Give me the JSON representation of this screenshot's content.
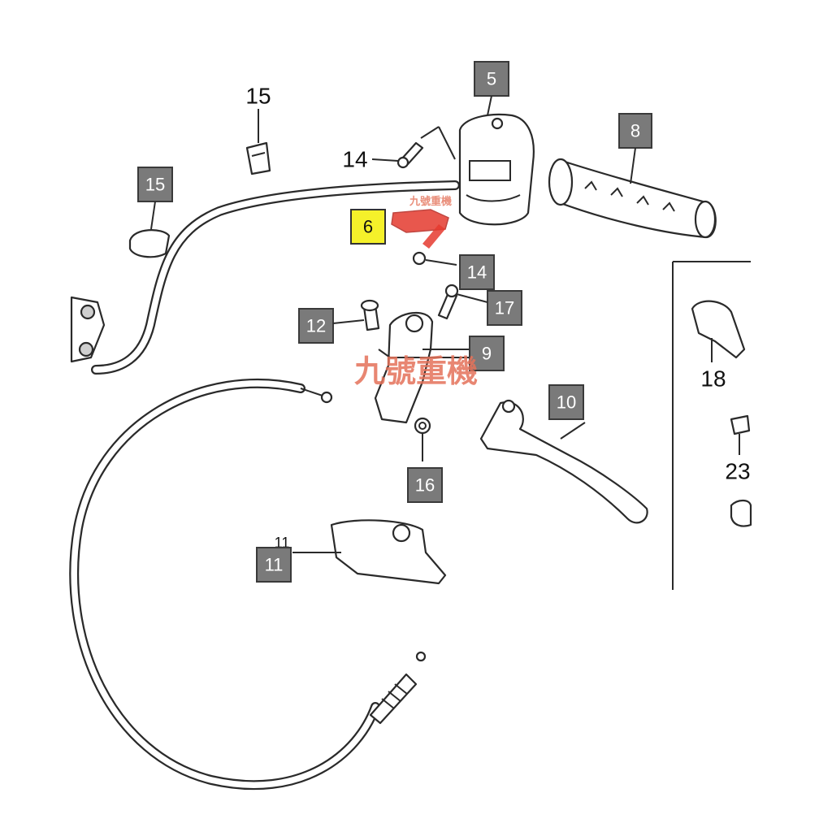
{
  "callouts": {
    "c5": "5",
    "c8": "8",
    "c15_plain": "15",
    "c15_box": "15",
    "c14_plain": "14",
    "c6": "6",
    "c14_box": "14",
    "c17": "17",
    "c12": "12",
    "c9": "9",
    "c10": "10",
    "c18": "18",
    "c23": "23",
    "c16": "16",
    "c11_plain": "11",
    "c11_box": "11"
  },
  "watermark": {
    "main": "九號重機",
    "small": "九號重機"
  },
  "colors": {
    "callout_box": "#7a7a7a",
    "highlight_box": "#f5f12a",
    "highlight_part": "#e53a2f",
    "watermark": "#e4725a"
  }
}
